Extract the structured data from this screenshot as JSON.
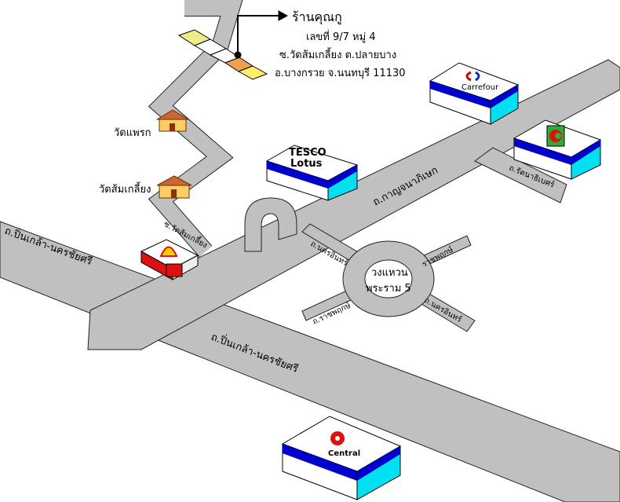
{
  "shop": {
    "name": "ร้านคุณกู",
    "address_line1": "เลขที่ 9/7 หมู่ 4",
    "address_line2": "ซ.วัดส้มเกลี้ยง ต.ปลายบาง",
    "address_line3": "อ.บางกรวย จ.นนทบุรี 11130"
  },
  "roads": {
    "pinklao_north": "ถ.ปิ่นเกล้า-นครชัยศรี",
    "pinklao_south": "ถ.ปิ่นเกล้า-นครชัยศรี",
    "kanchana": "ถ.กาญจนาภิเษก",
    "rattanathibet": "ถ.รัตนาธิเบศร์",
    "soi_somkliang": "ซ.วัดส้มเกลี้ยง",
    "nakhon_in_nw": "ถ.นครอินทร์",
    "nakhon_in_se": "ถ.นครอินทร์",
    "ratchaphruek_ne": "ราชพฤกษ์",
    "ratchaphruek_sw": "ถ.ราชพฤกษ์"
  },
  "roundabout": {
    "line1": "วงแหวน",
    "line2": "พระราม 5"
  },
  "temples": {
    "phraek": "วัดแพรก",
    "somkliang": "วัดส้มเกลี้ยง"
  },
  "stores": {
    "tesco_line1": "TESCO",
    "tesco_line2": "Lotus",
    "carrefour": "Carrefour",
    "central": "Central"
  },
  "colors": {
    "road": "#c0c0c0",
    "building_top": "#ffffff",
    "building_stripe": "#0000cc",
    "building_side": "#00e0f0",
    "highlight": "#f0a050",
    "shell_red": "#dd1111",
    "shell_yellow": "#ffcc00"
  }
}
